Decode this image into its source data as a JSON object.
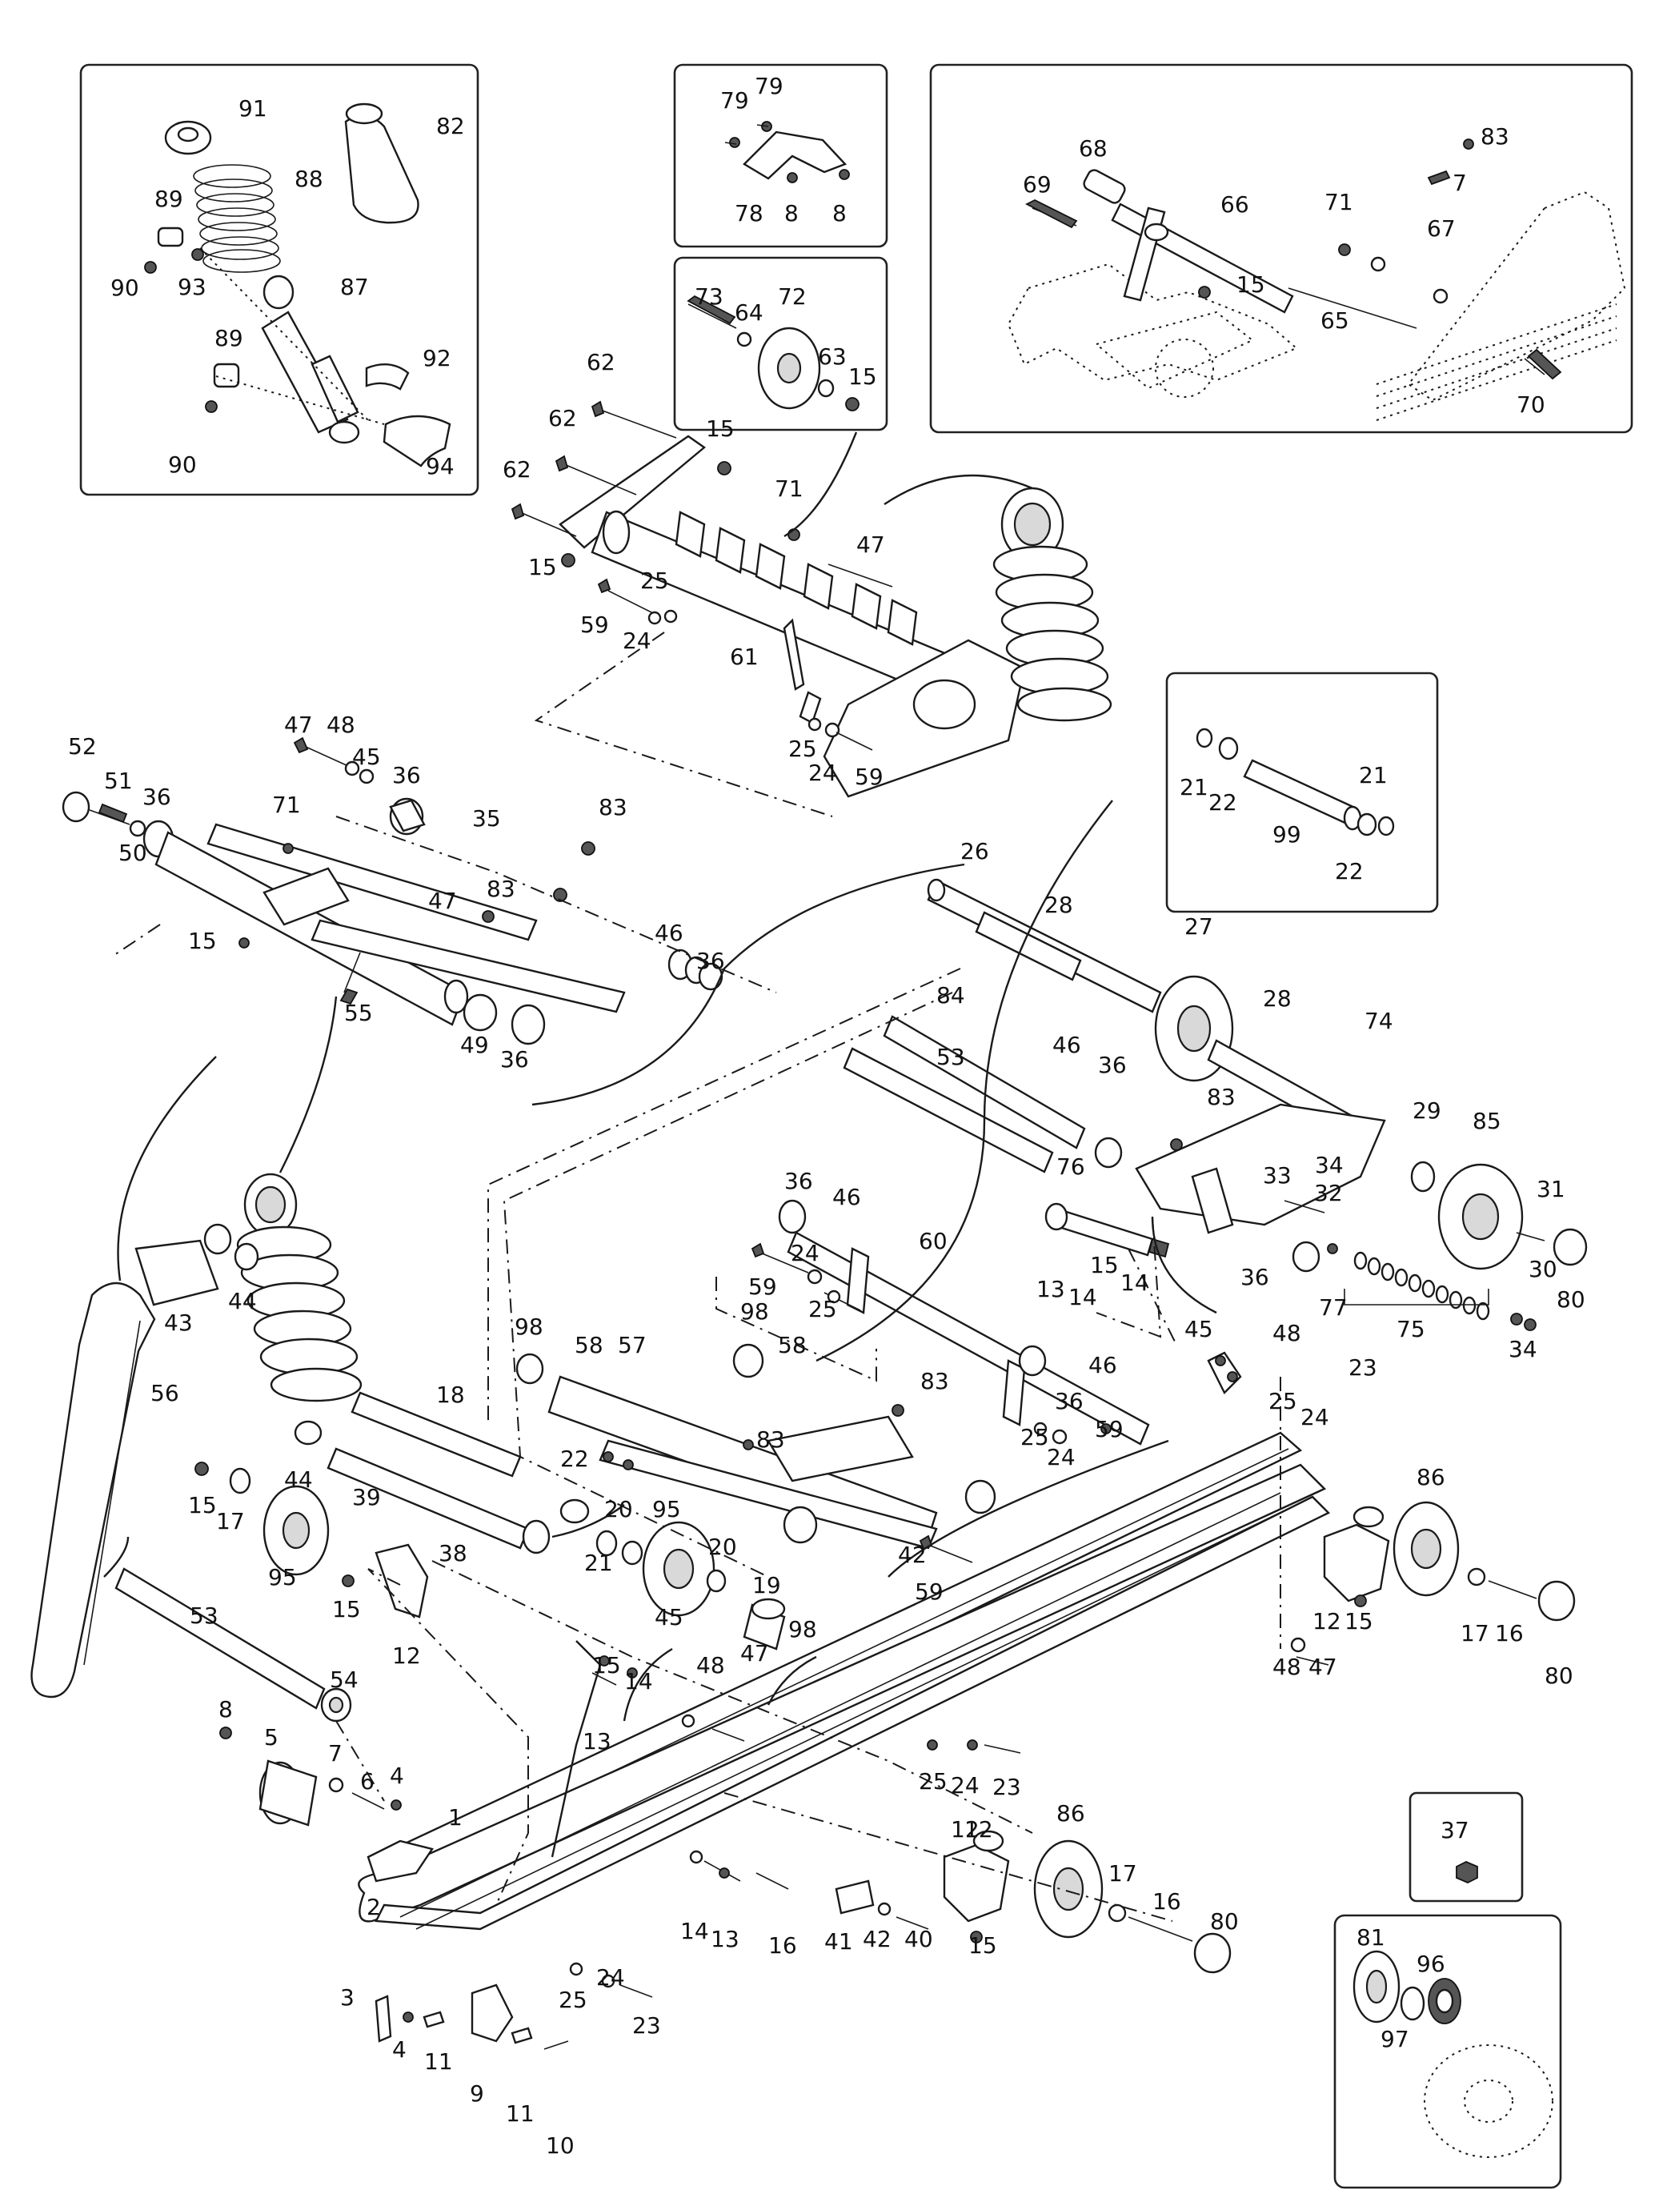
{
  "diagram": {
    "kind": "exploded parts diagram",
    "callouts": {
      "inset_shock_spring": [
        "91",
        "82",
        "88",
        "89",
        "93",
        "87",
        "90",
        "89",
        "92",
        "90",
        "94"
      ],
      "inset_bracket": [
        "79",
        "79",
        "78",
        "8",
        "8"
      ],
      "inset_wheel": [
        "73",
        "64",
        "72",
        "63",
        "15"
      ],
      "inset_frame": [
        "68",
        "69",
        "66",
        "71",
        "83",
        "7",
        "67",
        "15",
        "65",
        "70"
      ],
      "inset_shaft": [
        "21",
        "22",
        "99",
        "21",
        "22"
      ],
      "inset_small": [
        "37"
      ],
      "inset_sprocket": [
        "81",
        "96",
        "97"
      ],
      "front_arm": [
        "62",
        "62",
        "62",
        "15",
        "15",
        "71",
        "47",
        "25",
        "59",
        "24",
        "61",
        "25",
        "24",
        "59"
      ],
      "rear_arm": [
        "52",
        "51",
        "50",
        "36",
        "47",
        "48",
        "45",
        "36",
        "71",
        "35",
        "83",
        "83",
        "47",
        "15",
        "46",
        "36",
        "55",
        "49",
        "36"
      ],
      "rear_axles": [
        "26",
        "28",
        "27",
        "28",
        "84",
        "46",
        "36",
        "53",
        "74",
        "83",
        "29",
        "85",
        "76",
        "33",
        "34",
        "32",
        "31",
        "30",
        "36",
        "77",
        "75",
        "34",
        "80"
      ],
      "center": [
        "36",
        "46",
        "60",
        "24",
        "59",
        "25",
        "98",
        "58",
        "57",
        "98",
        "58",
        "83",
        "83",
        "13",
        "14",
        "15",
        "14",
        "45",
        "46",
        "36",
        "59",
        "25",
        "24",
        "42",
        "59",
        "48",
        "23",
        "25",
        "24"
      ],
      "lower_left": [
        "43",
        "44",
        "56",
        "44",
        "18",
        "22",
        "20",
        "95",
        "39",
        "38",
        "15",
        "17",
        "95",
        "21",
        "20",
        "15",
        "12",
        "19",
        "98",
        "53",
        "54"
      ],
      "rail": [
        "8",
        "5",
        "7",
        "6",
        "4",
        "1",
        "2",
        "3",
        "4",
        "11",
        "9",
        "11",
        "10",
        "15",
        "14",
        "48",
        "47",
        "13",
        "25",
        "24",
        "23",
        "12",
        "86",
        "80",
        "17",
        "16",
        "12",
        "15",
        "45",
        "48",
        "47",
        "25",
        "24",
        "23",
        "14",
        "13",
        "16",
        "41",
        "42",
        "40",
        "12",
        "86",
        "15",
        "17",
        "16",
        "80"
      ]
    }
  }
}
